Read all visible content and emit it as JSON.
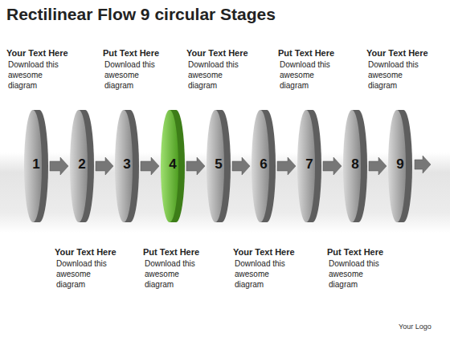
{
  "diagram": {
    "title": "Rectilinear Flow 9 circular Stages",
    "nodes": [
      {
        "text": [
          "1"
        ]
      },
      {
        "text": [
          "2"
        ]
      },
      {
        "text": [
          "3"
        ]
      },
      {
        "text": [
          "4"
        ]
      },
      {
        "text": [
          "5"
        ]
      },
      {
        "text": [
          "6"
        ]
      },
      {
        "text": [
          "7"
        ]
      },
      {
        "text": [
          "8"
        ]
      },
      {
        "text": [
          "9"
        ]
      }
    ],
    "edges": [
      {
        "from": 0,
        "to": 1,
        "arrow": "to"
      },
      {
        "from": 1,
        "to": 2,
        "arrow": "to"
      },
      {
        "from": 2,
        "to": 3,
        "arrow": "to"
      },
      {
        "from": 3,
        "to": 4,
        "arrow": "to"
      },
      {
        "from": 4,
        "to": 5,
        "arrow": "to"
      },
      {
        "from": 5,
        "to": 6,
        "arrow": "to"
      },
      {
        "from": 6,
        "to": 7,
        "arrow": "to"
      },
      {
        "from": 7,
        "to": 8,
        "arrow": "to"
      }
    ],
    "labels": [
      "Your Text Here",
      "Download this awesome diagram",
      "Put Text Here",
      "Download this awesome diagram",
      "Your Text Here",
      "Download this awesome diagram",
      "Put Text Here",
      "Download this awesome diagram",
      "Your Text Here",
      "Download this awesome diagram",
      "Your Text Here",
      "Download this awesome diagram",
      "Put Text Here",
      "Download this awesome diagram",
      "Your Text Here",
      "Download this awesome diagram",
      "Put Text Here",
      "Download this awesome diagram",
      "Your Logo"
    ]
  }
}
